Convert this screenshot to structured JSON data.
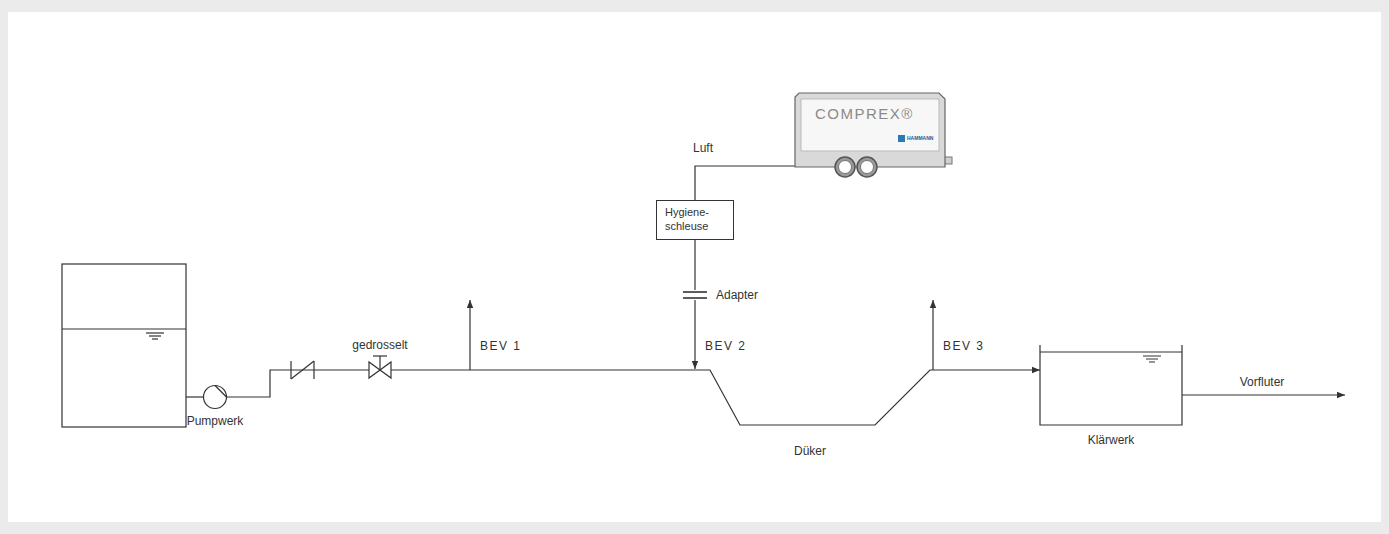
{
  "diagram": {
    "nodes": [
      {
        "text": [
          "Pumpwerk"
        ]
      },
      {
        "text": [
          "COMPREX®",
          "HAMMANN"
        ]
      },
      {
        "text": [
          "Hygiene- schleuse"
        ]
      },
      {
        "text": [
          "Klärwerk"
        ]
      }
    ],
    "edges": [
      {
        "from": 1,
        "to": 2,
        "label": "Luft",
        "arrow": "none"
      },
      {
        "from": 0,
        "to": 3,
        "arrow": "to"
      }
    ],
    "labels": [
      "gedrosselt",
      "BEV 1",
      "Adapter",
      "BEV 2",
      "BEV 3",
      "Düker",
      "Vorfluter"
    ]
  }
}
